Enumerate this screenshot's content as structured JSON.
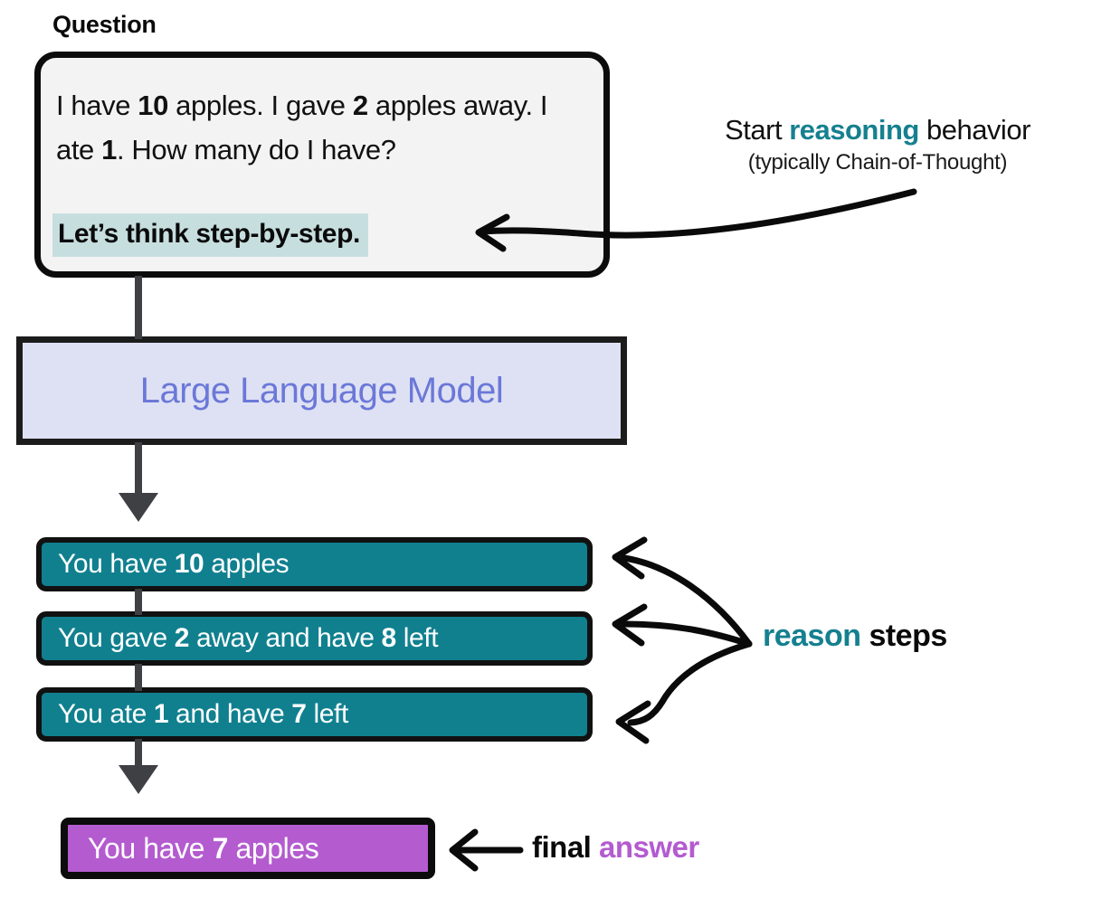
{
  "diagram": {
    "title_label": "Question",
    "question_card": {
      "text_parts": [
        {
          "t": "I have ",
          "bold": false
        },
        {
          "t": "10",
          "bold": true
        },
        {
          "t": " apples. I gave ",
          "bold": false
        },
        {
          "t": "2",
          "bold": true
        },
        {
          "t": " apples away. I ate ",
          "bold": false
        },
        {
          "t": "1",
          "bold": true
        },
        {
          "t": ". How many do I have?",
          "bold": false
        }
      ],
      "plain_text": "I have 10 apples. I gave 2 apples away. I ate 1. How many do I have?",
      "cot_prompt": "Let’s think step-by-step.",
      "fill_color": "#F3F3F3",
      "border_color": "#0C0C0C",
      "highlight_color": "#C7DEDF"
    },
    "annotations": {
      "start_reasoning": {
        "line1_pre": "Start ",
        "line1_highlight": "reasoning",
        "line1_post": " behavior",
        "line2": "(typically Chain-of-Thought)",
        "highlight_color": "#15808F"
      },
      "reason_steps": {
        "highlight": "reason",
        "rest": " steps",
        "highlight_color": "#15808F"
      },
      "final_answer": {
        "pre": "final ",
        "highlight": "answer",
        "highlight_color": "#B45BD0"
      }
    },
    "llm_box": {
      "label": "Large Language Model",
      "fill_color": "#DEE1F3",
      "text_color": "#6B78D8",
      "border_color": "#1C1C1C"
    },
    "reason_steps": [
      {
        "parts": [
          {
            "t": "You have ",
            "bold": false
          },
          {
            "t": "10",
            "bold": true
          },
          {
            "t": " apples",
            "bold": false
          }
        ],
        "plain_text": "You have 10 apples"
      },
      {
        "parts": [
          {
            "t": "You gave ",
            "bold": false
          },
          {
            "t": "2",
            "bold": true
          },
          {
            "t": " away and have ",
            "bold": false
          },
          {
            "t": "8",
            "bold": true
          },
          {
            "t": " left",
            "bold": false
          }
        ],
        "plain_text": "You gave 2 away and have 8 left"
      },
      {
        "parts": [
          {
            "t": "You ate ",
            "bold": false
          },
          {
            "t": "1",
            "bold": true
          },
          {
            "t": " and have ",
            "bold": false
          },
          {
            "t": "7",
            "bold": true
          },
          {
            "t": " left",
            "bold": false
          }
        ],
        "plain_text": "You ate 1 and have 7 left"
      }
    ],
    "reason_step_style": {
      "fill_color": "#10808F",
      "text_color": "#FFFFFF",
      "border_color": "#111111"
    },
    "answer_box": {
      "parts": [
        {
          "t": "You have ",
          "bold": false
        },
        {
          "t": "7",
          "bold": true
        },
        {
          "t": " apples",
          "bold": false
        }
      ],
      "plain_text": "You have 7 apples",
      "fill_color": "#B45BD0",
      "text_color": "#FFFFFF",
      "border_color": "#0C0C0C"
    },
    "connector_color": "#3F4044"
  }
}
